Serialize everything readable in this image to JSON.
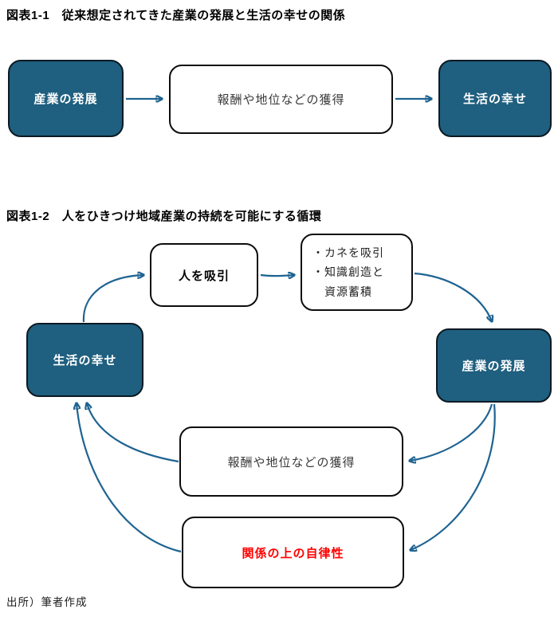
{
  "colors": {
    "teal_box_fill": "#1f5f7f",
    "arrow_stroke": "#1f6391",
    "box_border": "#0d0d0d",
    "highlight_text": "#ff0000"
  },
  "figure1": {
    "title": "図表1-1　従来想定されてきた産業の発展と生活の幸せの関係",
    "nodes": {
      "industry": "産業の発展",
      "reward": "報酬や地位などの獲得",
      "happiness": "生活の幸せ"
    }
  },
  "figure2": {
    "title": "図表1-2　人をひきつけ地域産業の持続を可能にする循環",
    "nodes": {
      "attract_people": "人を吸引",
      "attract_money_line1": "・カネを吸引",
      "attract_money_line2": "・知識創造と",
      "attract_money_line3": "資源蓄積",
      "happiness": "生活の幸せ",
      "industry": "産業の発展",
      "reward": "報酬や地位などの獲得",
      "autonomy": "関係の上の自律性"
    }
  },
  "source_note": "出所）筆者作成"
}
